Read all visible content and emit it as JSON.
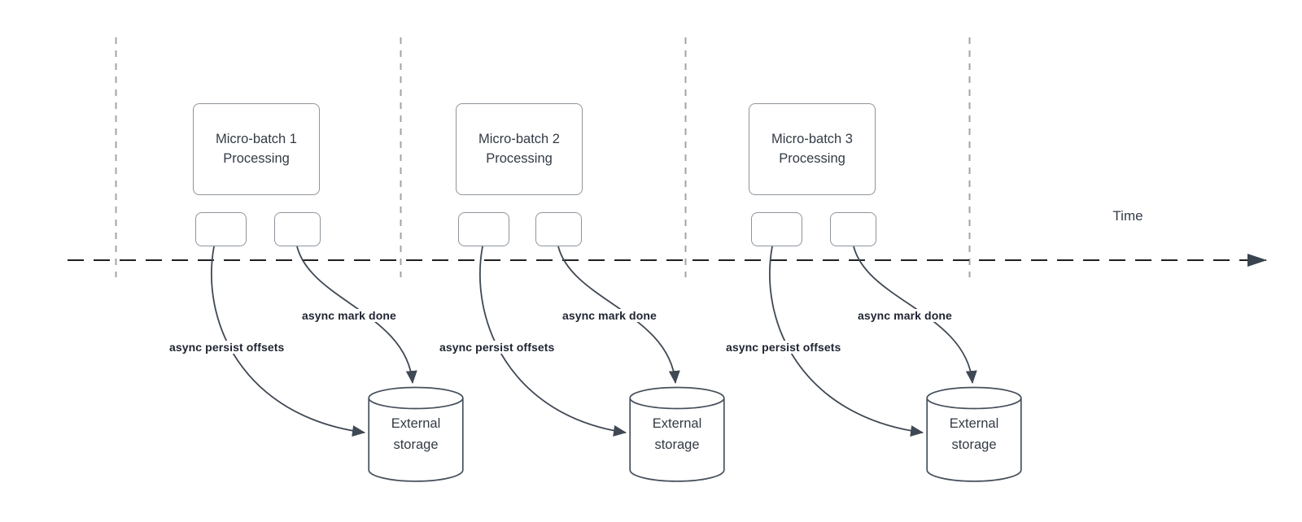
{
  "diagram": {
    "time_label": "Time",
    "colors": {
      "timeline": "#1f1f1f",
      "guide_line": "#a3a3a3",
      "node_border": "#8e959c",
      "connector": "#3f4853",
      "node_text": "#333b45",
      "label_text": "#1e2430",
      "fill": "#ffffff"
    },
    "groups": [
      {
        "title": "Micro-batch 1 Processing",
        "persist_label": "async persist offsets",
        "done_label": "async mark done",
        "storage_label": "External storage"
      },
      {
        "title": "Micro-batch 2 Processing",
        "persist_label": "async persist offsets",
        "done_label": "async mark done",
        "storage_label": "External storage"
      },
      {
        "title": "Micro-batch 3 Processing",
        "persist_label": "async persist offsets",
        "done_label": "async mark done",
        "storage_label": "External storage"
      }
    ]
  }
}
